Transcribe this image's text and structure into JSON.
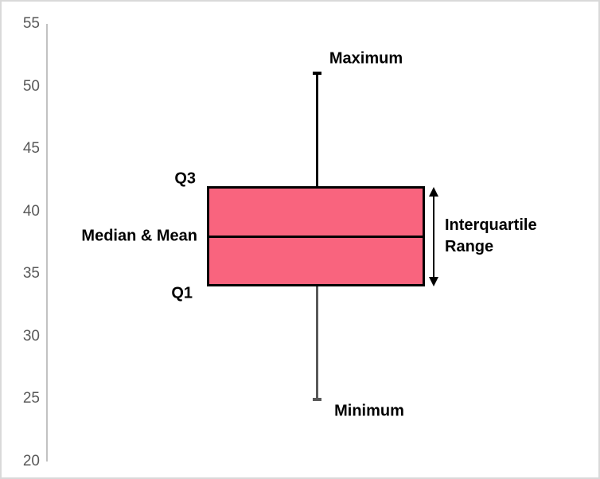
{
  "figure": {
    "background": "#FFFFFF",
    "border_color": "#D9D9D9"
  },
  "axis": {
    "ticks": [
      "55",
      "50",
      "45",
      "40",
      "35",
      "30",
      "25",
      "20"
    ],
    "tick_color": "#595959",
    "line_color": "#C2C2C2"
  },
  "chart_data": {
    "type": "boxplot",
    "orientation": "vertical",
    "title": "",
    "ylim": [
      20,
      55
    ],
    "ytick_step": 5,
    "grid": false,
    "values": {
      "minimum": 25,
      "q1": 34,
      "median": 38,
      "mean": 38,
      "q3": 42,
      "maximum": 51
    },
    "box_fill": "#F9647E",
    "box_border": "#000000",
    "upper_whisker_color": "#000000",
    "lower_whisker_color": "#595959",
    "annotations": [
      "Maximum",
      "Q3",
      "Median & Mean",
      "Q1",
      "Minimum",
      "Interquartile Range"
    ]
  },
  "labels": {
    "maximum": "Maximum",
    "q3": "Q3",
    "median_mean": "Median & Mean",
    "q1": "Q1",
    "minimum": "Minimum",
    "iqr_line1": "Interquartile",
    "iqr_line2": "Range"
  }
}
